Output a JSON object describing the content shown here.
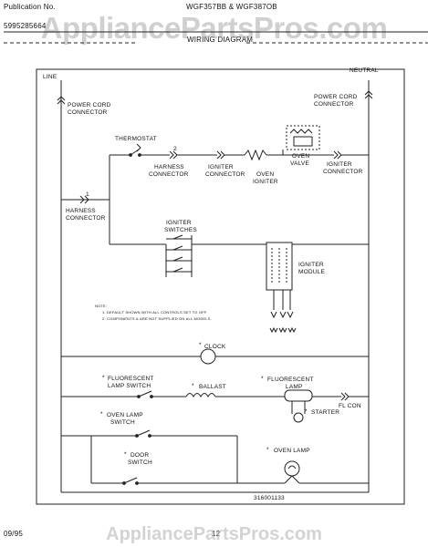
{
  "header": {
    "pub_label": "Publication No.",
    "pub_number": "5995285664",
    "models": "WGF357BB & WGF387OB",
    "title": "WIRING DIAGRAM"
  },
  "watermark": "AppliancePartsPros.com",
  "diagram": {
    "line": "LINE",
    "neutral": "NEUTRAL",
    "power_cord_left": [
      "POWER CORD",
      "CONNECTOR"
    ],
    "power_cord_right": [
      "POWER CORD",
      "CONNECTOR"
    ],
    "thermostat": "THERMOSTAT",
    "harness_connector_top": [
      "HARNESS",
      "CONNECTOR"
    ],
    "igniter_connector_left": [
      "IGNITER",
      "CONNECTOR"
    ],
    "oven_igniter": [
      "OVEN",
      "IGNITER"
    ],
    "oven_valve": [
      "OVEN",
      "VALVE"
    ],
    "igniter_connector_right": [
      "IGNITER",
      "CONNECTOR"
    ],
    "harness_connector_left": [
      "HARNESS",
      "CONNECTOR"
    ],
    "igniter_switches": [
      "IGNITER",
      "SWITCHES"
    ],
    "igniter_module": [
      "IGNITER",
      "MODULE"
    ],
    "note": [
      "NOTE:",
      "1. DEFAULT SHOWN WITH ALL CONTROLS SET TO OFF",
      "2. COMPONENTS & ARE NOT SUPPLIED ON ALL MODELS."
    ],
    "clock": "CLOCK",
    "fluorescent_lamp_switch": [
      "FLUORESCENT",
      "LAMP SWITCH"
    ],
    "ballast": "BALLAST",
    "fluorescent_lamp": [
      "FLUORESCENT",
      "LAMP"
    ],
    "starter": "STARTER",
    "fl_con": "FL CON",
    "oven_lamp_switch": [
      "OVEN LAMP",
      "SWITCH"
    ],
    "door_switch": [
      "DOOR",
      "SWITCH"
    ],
    "oven_lamp": "OVEN LAMP",
    "part_number": "316001133",
    "marker_2": "2",
    "marker_1": "1",
    "asterisk": "*"
  },
  "footer": {
    "date": "09/95",
    "page": "12",
    "watermark": "AppliancePartsPros.com"
  }
}
